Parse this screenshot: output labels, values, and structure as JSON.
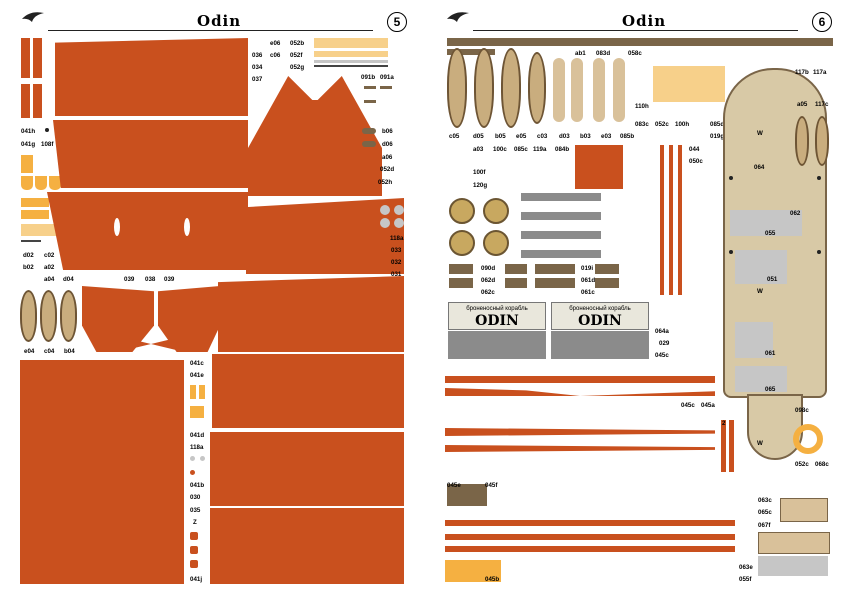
{
  "left_page": {
    "title": "Odin",
    "page_number": "5",
    "labels": {
      "l041h": "041h",
      "l041g": "041g",
      "l108f": "108f",
      "l052b": "052b",
      "l052f": "052f",
      "l052g": "052g",
      "l036": "036",
      "l034": "034",
      "l037": "037",
      "le06": "e06",
      "lc06": "c06",
      "l091b": "091b",
      "l091a": "091a",
      "lb06": "b06",
      "ld06": "d06",
      "la06": "a06",
      "l052d": "052d",
      "l052h": "052h",
      "l118a": "118a",
      "l033": "033",
      "l032": "032",
      "l031": "031",
      "ld02": "d02",
      "lc02": "c02",
      "lb02": "b02",
      "la02": "a02",
      "la04": "a04",
      "ld04": "d04",
      "l039a": "039",
      "l038": "038",
      "l039b": "039",
      "le04": "e04",
      "lc04": "c04",
      "lb04": "b04",
      "l041c": "041c",
      "l041e": "041e",
      "l041d": "041d",
      "l118b": "118a",
      "l041b": "041b",
      "l030": "030",
      "l035": "035",
      "lZ": "Z",
      "l041j": "041j"
    }
  },
  "right_page": {
    "title": "Odin",
    "page_number": "6",
    "labels": {
      "ab1": "ab1",
      "l083d": "083d",
      "l058c": "058c",
      "l117b": "117b",
      "l117a": "117a",
      "la05": "a05",
      "l117c": "117c",
      "lc05": "c05",
      "ld05": "d05",
      "lb05": "b05",
      "le05": "e05",
      "lc03": "c03",
      "ld03": "d03",
      "lb03": "b03",
      "le03": "e03",
      "l085b": "085b",
      "l110h": "110h",
      "l083c": "083c",
      "l052c": "052c",
      "l100h": "100h",
      "l085d": "085d",
      "l019g": "019g",
      "la03": "a03",
      "l100c": "100c",
      "l085c": "085c",
      "l119a": "119a",
      "l084b": "084b",
      "l044": "044",
      "l050c": "050c",
      "l100f": "100f",
      "l120g": "120g",
      "l090d": "090d",
      "l062d": "062d",
      "l062c": "062c",
      "l019i": "019i",
      "l061d": "061d",
      "l061c": "061c",
      "l064a": "064a",
      "l029": "029",
      "l045c": "045c",
      "l045c2": "045c",
      "l045a": "045a",
      "l098c": "098c",
      "l052c2": "052c",
      "l068c": "068c",
      "l045e": "045e",
      "l045f": "045f",
      "l063c": "063c",
      "l065c": "065c",
      "l067f": "067f",
      "l063e": "063e",
      "l055f": "055f",
      "l045b": "045b",
      "l2": "2",
      "d062": "062",
      "d055": "055",
      "d051": "051",
      "d061": "061",
      "d065": "065",
      "d064": "064",
      "dW1": "W",
      "dW2": "W",
      "dW3": "W"
    },
    "plaque1": {
      "subtitle": "броненосный корабль",
      "name": "ODIN"
    },
    "plaque2": {
      "subtitle": "броненосный корабль",
      "name": "ODIN"
    }
  }
}
